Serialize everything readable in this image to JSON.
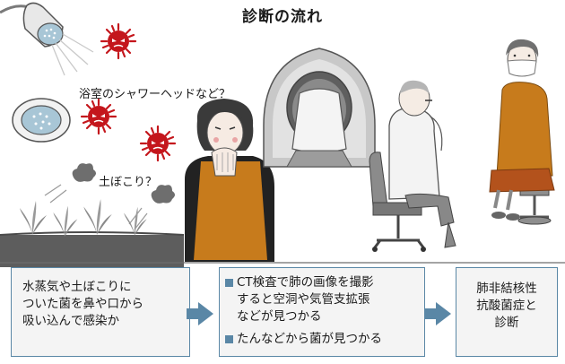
{
  "title": "診断の流れ",
  "labels": {
    "shower": "浴室のシャワーヘッドなど？",
    "soil": "土ぼこり？"
  },
  "steps": [
    {
      "lines": [
        "水蒸気や土ぼこりに",
        "ついた菌を鼻や口から",
        "吸い込んで感染か"
      ]
    },
    {
      "bullets": [
        [
          "CT検査で肺の画像を撮影",
          "すると空洞や気管支拡張",
          "などが見つかる"
        ],
        [
          "たんなどから菌が見つかる"
        ]
      ]
    },
    {
      "lines": [
        "肺非結核性",
        "抗酸菌症と",
        "診断"
      ]
    }
  ],
  "colors": {
    "accent": "#5a87a6",
    "bacteria": "#c4161c",
    "sweater": "#c77b1c",
    "skirt": "#b3521c",
    "box_fill": "#f4f4f4"
  },
  "icons": [
    "shower-head-icon",
    "bacteria-icon",
    "ct-scanner-icon",
    "doctor-icon",
    "patient-icon",
    "coughing-woman-icon",
    "plant-icon",
    "dust-cloud-icon"
  ]
}
